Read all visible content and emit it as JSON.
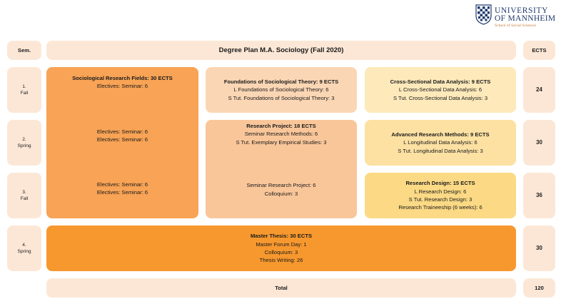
{
  "logo": {
    "university": "UNIVERSITY",
    "of_mannheim": "OF MANNHEIM",
    "school": "School of Social Sciences",
    "icon": "university-crest"
  },
  "header": {
    "sem_label": "Sem.",
    "title": "Degree Plan M.A. Sociology (Fall 2020)",
    "ects_label": "ECTS"
  },
  "semesters": [
    {
      "number": "1.",
      "term": "Fall",
      "ects": "24"
    },
    {
      "number": "2.",
      "term": "Spring",
      "ects": "30"
    },
    {
      "number": "3.",
      "term": "Fall",
      "ects": "36"
    },
    {
      "number": "4.",
      "term": "Spring",
      "ects": "30"
    }
  ],
  "fields": {
    "title": "Sociological Research Fields: 30 ECTS",
    "sem1": "Electives: Seminar: 6",
    "sem2_a": "Electives: Seminar: 6",
    "sem2_b": "Electives: Seminar: 6",
    "sem3_a": "Electives: Seminar: 6",
    "sem3_b": "Electives: Seminar: 6"
  },
  "foundations": {
    "title": "Foundations of Sociological Theory: 9 ECTS",
    "line1": "L Foundations of Sociological Theory: 6",
    "line2": "S Tut. Foundations of Sociological Theory: 3"
  },
  "research_project": {
    "title": "Research Project: 18 ECTS",
    "line1": "Seminar Research Methods: 6",
    "line2": "S Tut. Exemplary Empirical Studies: 3",
    "line3": "Seminar Research Project: 6",
    "line4": "Colloquium: 3"
  },
  "cross_sectional": {
    "title": "Cross-Sectional Data Analysis: 9 ECTS",
    "line1": "L Cross-Sectional Data Analysis: 6",
    "line2": "S Tut. Cross-Sectional Data Analysis: 3"
  },
  "advanced_methods": {
    "title": "Advanced Research Methods: 9 ECTS",
    "line1": "L Longitudinal Data Analysis: 6",
    "line2": "S Tut. Longitudinal Data Analysis: 3"
  },
  "research_design": {
    "title": "Research Design: 15 ECTS",
    "line1": "L Research Design: 6",
    "line2": "S Tut. Research Design: 3",
    "line3": "Research Traineeship (6 weeks): 6"
  },
  "thesis": {
    "title": "Master Thesis: 30 ECTS",
    "line1": "Master Forum Day: 1",
    "line2": "Colloquium: 3",
    "line3": "Thesis Writing: 26"
  },
  "total": {
    "label": "Total",
    "ects": "120"
  },
  "colors": {
    "light_peach": "#fce7d6",
    "field_orange": "#f8a355",
    "foundation_peach": "#fbd6b4",
    "project_peach": "#f9c69a",
    "light_yellow": "#fde9ba",
    "mid_yellow": "#fce1a3",
    "gold_yellow": "#fbd985",
    "thesis_orange": "#f7982e",
    "logo_navy": "#1f3a6e"
  }
}
